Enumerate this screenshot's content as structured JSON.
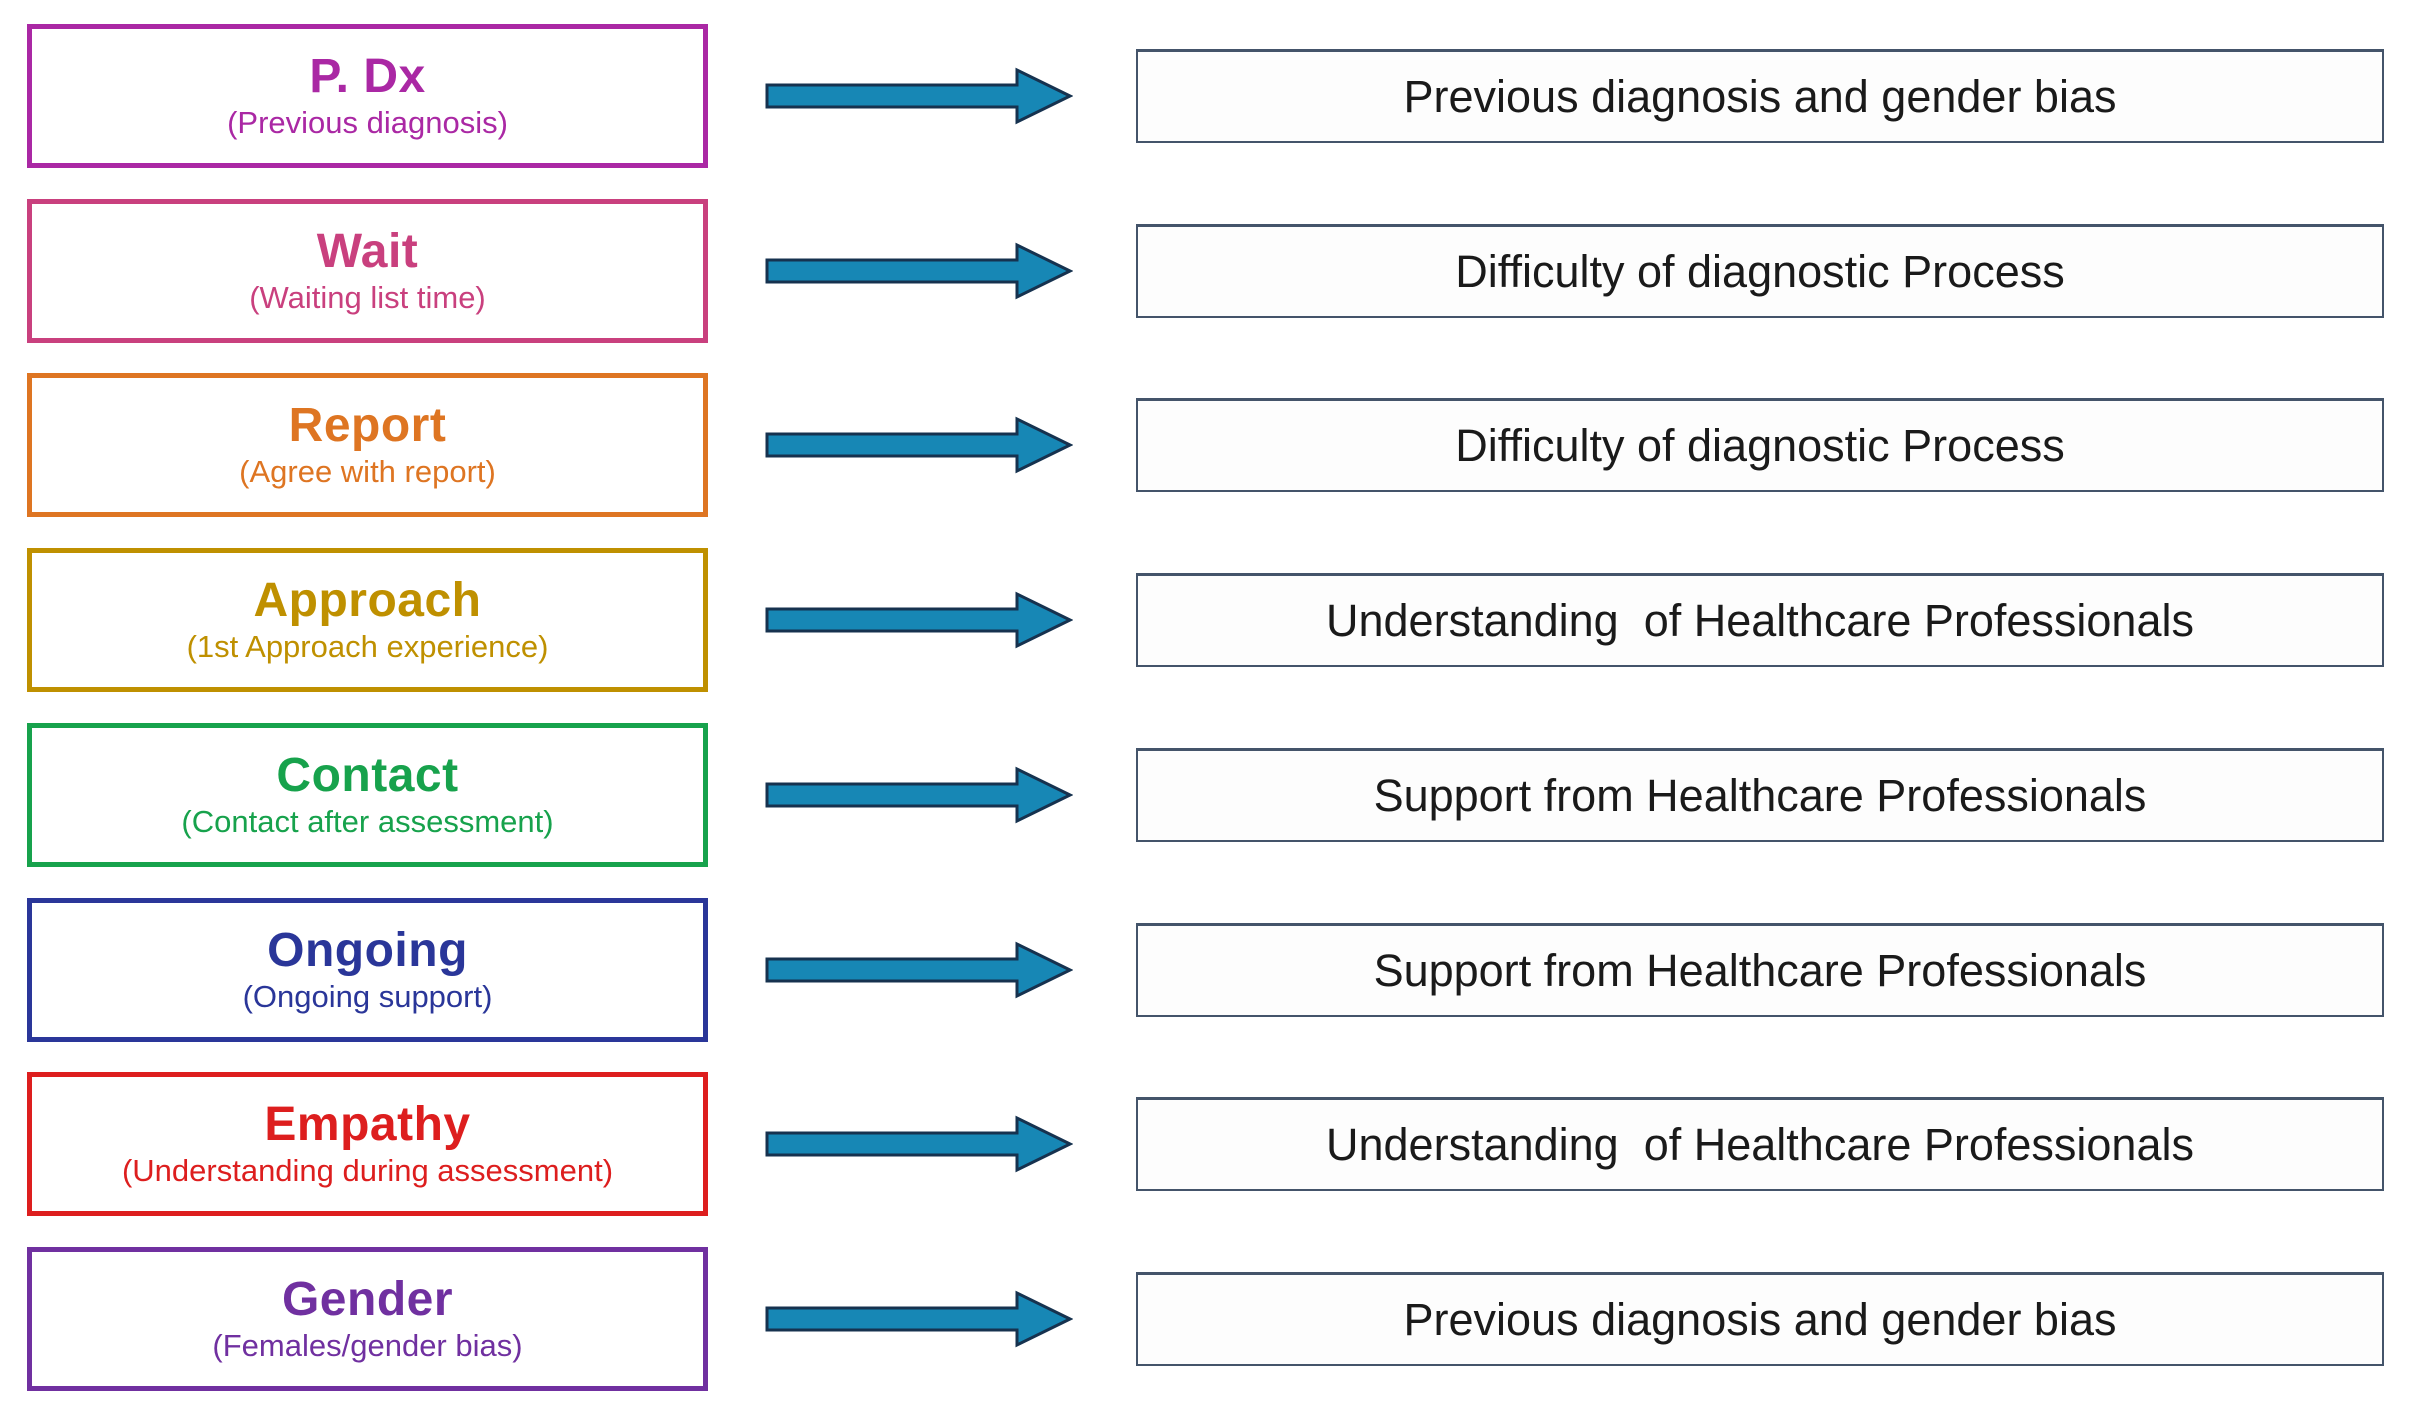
{
  "figure": {
    "arrow": {
      "fill": "#1787B5",
      "border": "#16324F"
    },
    "outcome_box": {
      "border": "#44546A",
      "background": "#FDFDFD",
      "text_color": "#1A1A1A"
    },
    "rows": [
      {
        "label": "P. Dx",
        "sublabel": "(Previous diagnosis)",
        "color": "#AA28A4",
        "outcome": "Previous diagnosis and gender bias"
      },
      {
        "label": "Wait",
        "sublabel": "(Waiting list time)",
        "color": "#C9407E",
        "outcome": "Difficulty of diagnostic Process"
      },
      {
        "label": "Report",
        "sublabel": "(Agree with report)",
        "color": "#DE7522",
        "outcome": "Difficulty of diagnostic Process"
      },
      {
        "label": "Approach",
        "sublabel": "(1st Approach experience)",
        "color": "#BF9000",
        "outcome": "Understanding  of Healthcare Professionals"
      },
      {
        "label": "Contact",
        "sublabel": "(Contact after assessment)",
        "color": "#17A24C",
        "outcome": "Support from Healthcare Professionals"
      },
      {
        "label": "Ongoing",
        "sublabel": "(Ongoing support)",
        "color": "#2A3699",
        "outcome": "Support from Healthcare Professionals"
      },
      {
        "label": "Empathy",
        "sublabel": "(Understanding during assessment)",
        "color": "#DD1E1E",
        "outcome": "Understanding  of Healthcare Professionals"
      },
      {
        "label": "Gender",
        "sublabel": "(Females/gender bias)",
        "color": "#7030A0",
        "outcome": "Previous diagnosis and gender bias"
      }
    ]
  }
}
